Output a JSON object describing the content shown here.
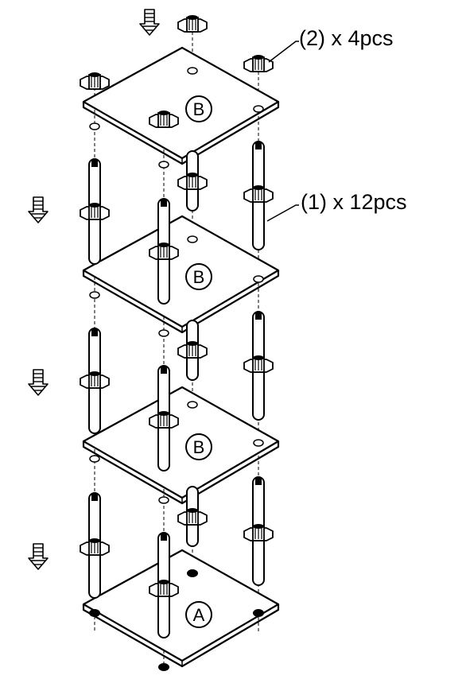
{
  "callouts": {
    "nut": "(2) x 4pcs",
    "standoff": "(1) x 12pcs"
  },
  "plates": [
    {
      "letter": "B"
    },
    {
      "letter": "B"
    },
    {
      "letter": "B"
    },
    {
      "letter": "A"
    }
  ],
  "colors": {
    "line": "#000000",
    "fill": "#ffffff",
    "hatch": "#333333"
  },
  "icons": {
    "direction": "down-arrow-icon"
  }
}
